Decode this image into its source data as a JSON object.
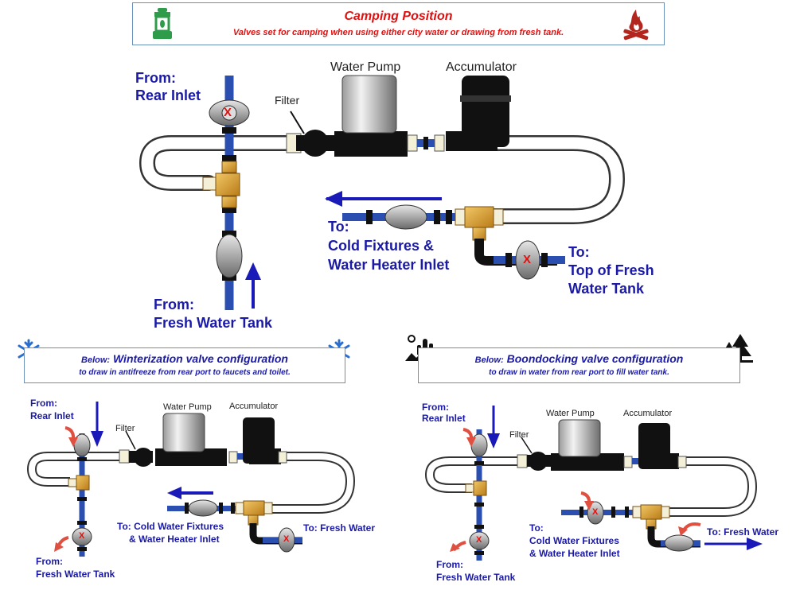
{
  "top_banner": {
    "title": "Camping Position",
    "subtitle": "Valves set for camping when using either city water or drawing from fresh tank."
  },
  "main": {
    "from_rear_1": "From:",
    "from_rear_2": "Rear Inlet",
    "filter": "Filter",
    "pump": "Water Pump",
    "accumulator": "Accumulator",
    "to_cold_1": "To:",
    "to_cold_2": "Cold Fixtures &",
    "to_cold_3": "Water Heater Inlet",
    "to_top_1": "To:",
    "to_top_2": "Top of Fresh",
    "to_top_3": "Water Tank",
    "from_fresh_1": "From:",
    "from_fresh_2": "Fresh Water Tank"
  },
  "winter": {
    "title_prefix": "Below:",
    "title": "Winterization valve configuration",
    "subtitle": "to draw in antifreeze from rear port to faucets and toilet.",
    "from_rear_1": "From:",
    "from_rear_2": "Rear Inlet",
    "filter": "Filter",
    "pump": "Water Pump",
    "accumulator": "Accumulator",
    "to_cold_1": "To: Cold Water Fixtures",
    "to_cold_2": "& Water Heater Inlet",
    "to_fresh": "To: Fresh Water",
    "from_fresh_1": "From:",
    "from_fresh_2": "Fresh Water Tank"
  },
  "boondock": {
    "title_prefix": "Below:",
    "title": "Boondocking valve configuration",
    "subtitle": "to draw in water from rear port to fill water tank.",
    "from_rear_1": "From:",
    "from_rear_2": "Rear Inlet",
    "filter": "Filter",
    "pump": "Water Pump",
    "accumulator": "Accumulator",
    "to_cold_1": "To:",
    "to_cold_2": "Cold Water Fixtures",
    "to_cold_3": "& Water Heater Inlet",
    "to_fresh": "To: Fresh Water",
    "from_fresh_1": "From:",
    "from_fresh_2": "Fresh Water Tank"
  },
  "valve_closed_mark": "X",
  "icons": [
    "lantern-icon",
    "campfire-icon",
    "snowflake-icon",
    "desert-cactus-icon",
    "pine-trees-icon"
  ],
  "colors": {
    "pipe_blue": "#2a4fb0",
    "label_blue": "#1a1aa6",
    "banner_red": "#e01010",
    "brass": "#d9a23a",
    "arrow_red": "#e05040"
  }
}
